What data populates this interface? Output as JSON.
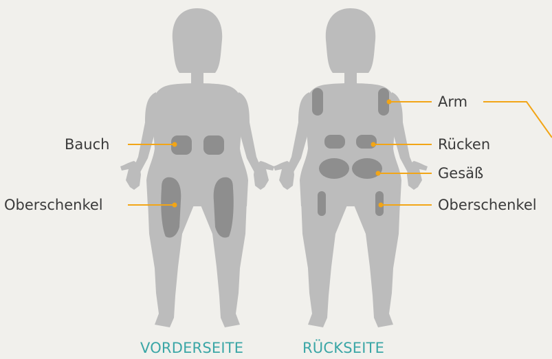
{
  "colors": {
    "background": "#f1f0ec",
    "body_silhouette": "#bcbcbc",
    "injection_zone": "#8e8e8e",
    "leader_line": "#f2a516",
    "label_text": "#3a3a3a",
    "caption_text": "#3aa6a6"
  },
  "front": {
    "caption": "VORDERSEITE",
    "labels": {
      "abdomen": "Bauch",
      "thigh": "Oberschenkel"
    }
  },
  "back": {
    "caption": "RÜCKSEITE",
    "labels": {
      "arm": "Arm",
      "back": "Rücken",
      "buttocks": "Gesäß",
      "thigh": "Oberschenkel"
    }
  }
}
